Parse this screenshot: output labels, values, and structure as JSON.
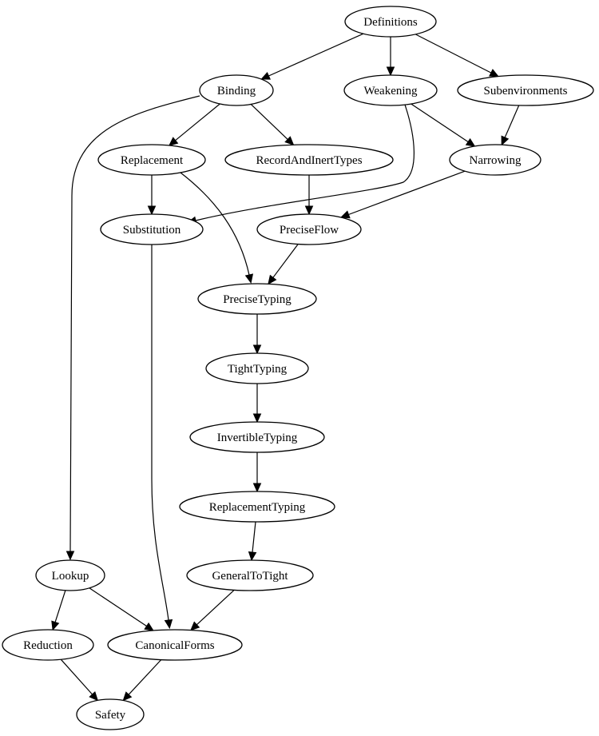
{
  "graph": {
    "nodes": [
      {
        "id": "Definitions",
        "label": "Definitions"
      },
      {
        "id": "Binding",
        "label": "Binding"
      },
      {
        "id": "Weakening",
        "label": "Weakening"
      },
      {
        "id": "Subenvironments",
        "label": "Subenvironments"
      },
      {
        "id": "Replacement",
        "label": "Replacement"
      },
      {
        "id": "RecordAndInertTypes",
        "label": "RecordAndInertTypes"
      },
      {
        "id": "Narrowing",
        "label": "Narrowing"
      },
      {
        "id": "Substitution",
        "label": "Substitution"
      },
      {
        "id": "PreciseFlow",
        "label": "PreciseFlow"
      },
      {
        "id": "PreciseTyping",
        "label": "PreciseTyping"
      },
      {
        "id": "TightTyping",
        "label": "TightTyping"
      },
      {
        "id": "InvertibleTyping",
        "label": "InvertibleTyping"
      },
      {
        "id": "ReplacementTyping",
        "label": "ReplacementTyping"
      },
      {
        "id": "GeneralToTight",
        "label": "GeneralToTight"
      },
      {
        "id": "Lookup",
        "label": "Lookup"
      },
      {
        "id": "Reduction",
        "label": "Reduction"
      },
      {
        "id": "CanonicalForms",
        "label": "CanonicalForms"
      },
      {
        "id": "Safety",
        "label": "Safety"
      }
    ],
    "edges": [
      {
        "from": "Definitions",
        "to": "Binding"
      },
      {
        "from": "Definitions",
        "to": "Weakening"
      },
      {
        "from": "Definitions",
        "to": "Subenvironments"
      },
      {
        "from": "Binding",
        "to": "Replacement"
      },
      {
        "from": "Binding",
        "to": "RecordAndInertTypes"
      },
      {
        "from": "Binding",
        "to": "Lookup"
      },
      {
        "from": "Weakening",
        "to": "Narrowing"
      },
      {
        "from": "Weakening",
        "to": "Substitution"
      },
      {
        "from": "Subenvironments",
        "to": "Narrowing"
      },
      {
        "from": "Replacement",
        "to": "Substitution"
      },
      {
        "from": "Replacement",
        "to": "PreciseTyping"
      },
      {
        "from": "RecordAndInertTypes",
        "to": "PreciseFlow"
      },
      {
        "from": "Narrowing",
        "to": "PreciseFlow"
      },
      {
        "from": "PreciseFlow",
        "to": "PreciseTyping"
      },
      {
        "from": "Substitution",
        "to": "CanonicalForms"
      },
      {
        "from": "PreciseTyping",
        "to": "TightTyping"
      },
      {
        "from": "TightTyping",
        "to": "InvertibleTyping"
      },
      {
        "from": "InvertibleTyping",
        "to": "ReplacementTyping"
      },
      {
        "from": "ReplacementTyping",
        "to": "GeneralToTight"
      },
      {
        "from": "GeneralToTight",
        "to": "CanonicalForms"
      },
      {
        "from": "Lookup",
        "to": "Reduction"
      },
      {
        "from": "Lookup",
        "to": "CanonicalForms"
      },
      {
        "from": "Reduction",
        "to": "Safety"
      },
      {
        "from": "CanonicalForms",
        "to": "Safety"
      }
    ]
  }
}
